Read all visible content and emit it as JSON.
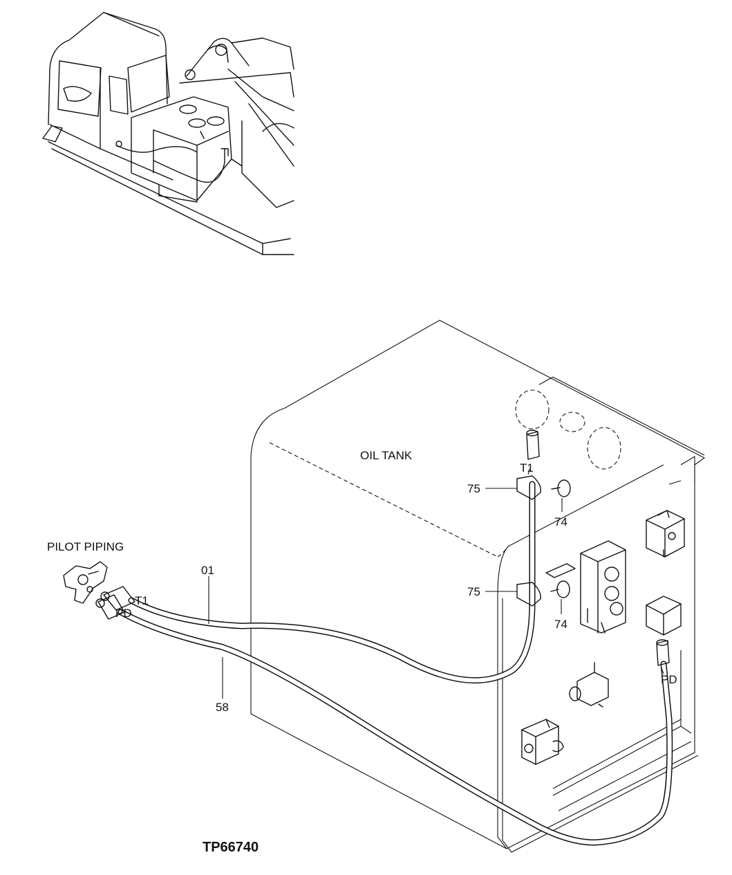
{
  "labels": {
    "oil_tank": "OIL TANK",
    "pilot_piping": "PILOT PIPING",
    "part_01": "01",
    "part_58": "58",
    "part_75_upper": "75",
    "part_75_lower": "75",
    "part_74_upper": "74",
    "part_74_lower": "74",
    "port_t1_upper": "T1",
    "port_t1_left": "T1",
    "port_pd_left": "PD",
    "port_pd_right": "PD",
    "drawing_number": "TP66740"
  }
}
